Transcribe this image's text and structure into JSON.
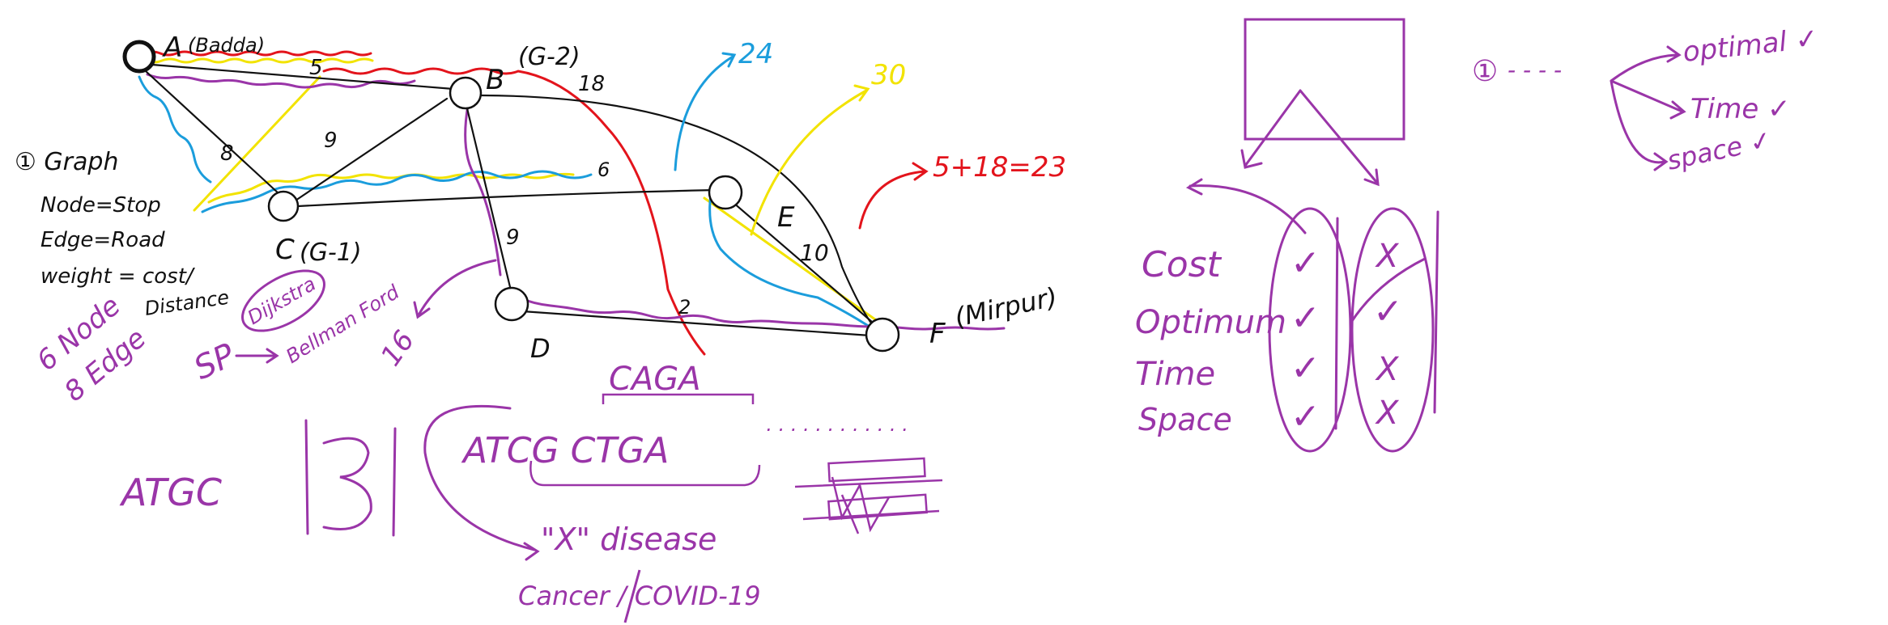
{
  "colors": {
    "black": "#111111",
    "purple": "#9a35a8",
    "red": "#e3141c",
    "blue": "#1b9ddc",
    "yellow": "#f2e300"
  },
  "graph": {
    "nodes": {
      "a": "A",
      "a_note": "(Badda)",
      "b": "B",
      "b_note": "(G-2)",
      "c": "C",
      "c_note": "(G-1)",
      "d": "D",
      "e": "E",
      "f": "F",
      "f_note": "(Mirpur)"
    },
    "weights": {
      "ab": "5",
      "ac": "8",
      "bc": "9",
      "bf": "18",
      "bd": "9",
      "ce": "6",
      "df": "2",
      "ef": "10"
    },
    "totals": {
      "blue": "24",
      "yellow": "30",
      "red": "5+18=23",
      "purple": "16"
    }
  },
  "definition": {
    "title": "① Graph",
    "node": "Node=Stop",
    "edge": "Edge=Road",
    "weight_a": "weight = cost/",
    "weight_b": "Distance"
  },
  "counts": {
    "nodes": "6 Node",
    "edges": "8 Edge"
  },
  "algorithms": {
    "sp": "SP",
    "dijkstra": "Dijkstra",
    "bellman": "Bellman Ford"
  },
  "dna": {
    "atgc": "ATGC",
    "sequence": "ATCG CTGA",
    "dots": "·  ·  ·  ·  ·  ·  ·  ·  ·  ·  ·  ·",
    "sub": "CAGA",
    "disease": "\"X\" disease",
    "examples": "Cancer / COVID-19"
  },
  "tree": {
    "rows": [
      "Cost",
      "Optimum",
      "Time",
      "Space"
    ],
    "left_marks": [
      "✓",
      "✓",
      "✓",
      "✓"
    ],
    "right_marks": [
      "X",
      "✓",
      "X",
      "X"
    ]
  },
  "criteria": {
    "bullet": "①",
    "dashes": "- - - -",
    "items": [
      "optimal ✓",
      "Time ✓",
      "space ✓"
    ]
  }
}
